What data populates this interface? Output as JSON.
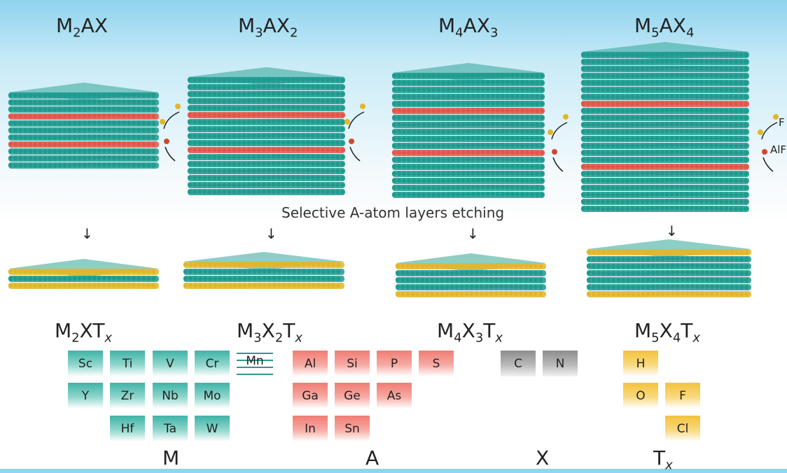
{
  "phases": [
    {
      "m": "M",
      "s1": "2",
      "a": "AX",
      "s2": "",
      "mx": "M",
      "t1": "2",
      "x": "XT",
      "t2": "",
      "tx": "x"
    },
    {
      "m": "M",
      "s1": "3",
      "a": "AX",
      "s2": "2",
      "mx": "M",
      "t1": "3",
      "x": "X",
      "t2": "2",
      "tx": "x"
    },
    {
      "m": "M",
      "s1": "4",
      "a": "AX",
      "s2": "3",
      "mx": "M",
      "t1": "4",
      "x": "X",
      "t2": "3",
      "tx": "x"
    },
    {
      "m": "M",
      "s1": "5",
      "a": "AX",
      "s2": "4",
      "mx": "M",
      "t1": "5",
      "x": "X",
      "t2": "4",
      "tx": "x"
    }
  ],
  "caption": "Selective A-atom layers etching",
  "side_labels": {
    "f": "F",
    "alf": "AlF"
  },
  "elements": {
    "m": [
      "Sc",
      "Ti",
      "V",
      "Cr",
      "Y",
      "Zr",
      "Nb",
      "Mo",
      "Hf",
      "Ta",
      "W"
    ],
    "mn": "Mn",
    "a": [
      "Al",
      "Si",
      "P",
      "S",
      "Ga",
      "Ge",
      "As",
      "In",
      "Sn"
    ],
    "x": [
      "C",
      "N"
    ],
    "t": [
      "H",
      "O",
      "F",
      "Cl"
    ]
  },
  "groups": {
    "m": "M",
    "a": "A",
    "x": "X",
    "t": "T",
    "t_sub": "x"
  },
  "colors": {
    "m": "#3fb3a6",
    "a": "#f07d74",
    "x": "#8d8d8d",
    "t": "#f4c23c",
    "atom_teal": "#1f9a8e",
    "atom_red": "#e0574a",
    "atom_gold": "#e2b62b"
  }
}
